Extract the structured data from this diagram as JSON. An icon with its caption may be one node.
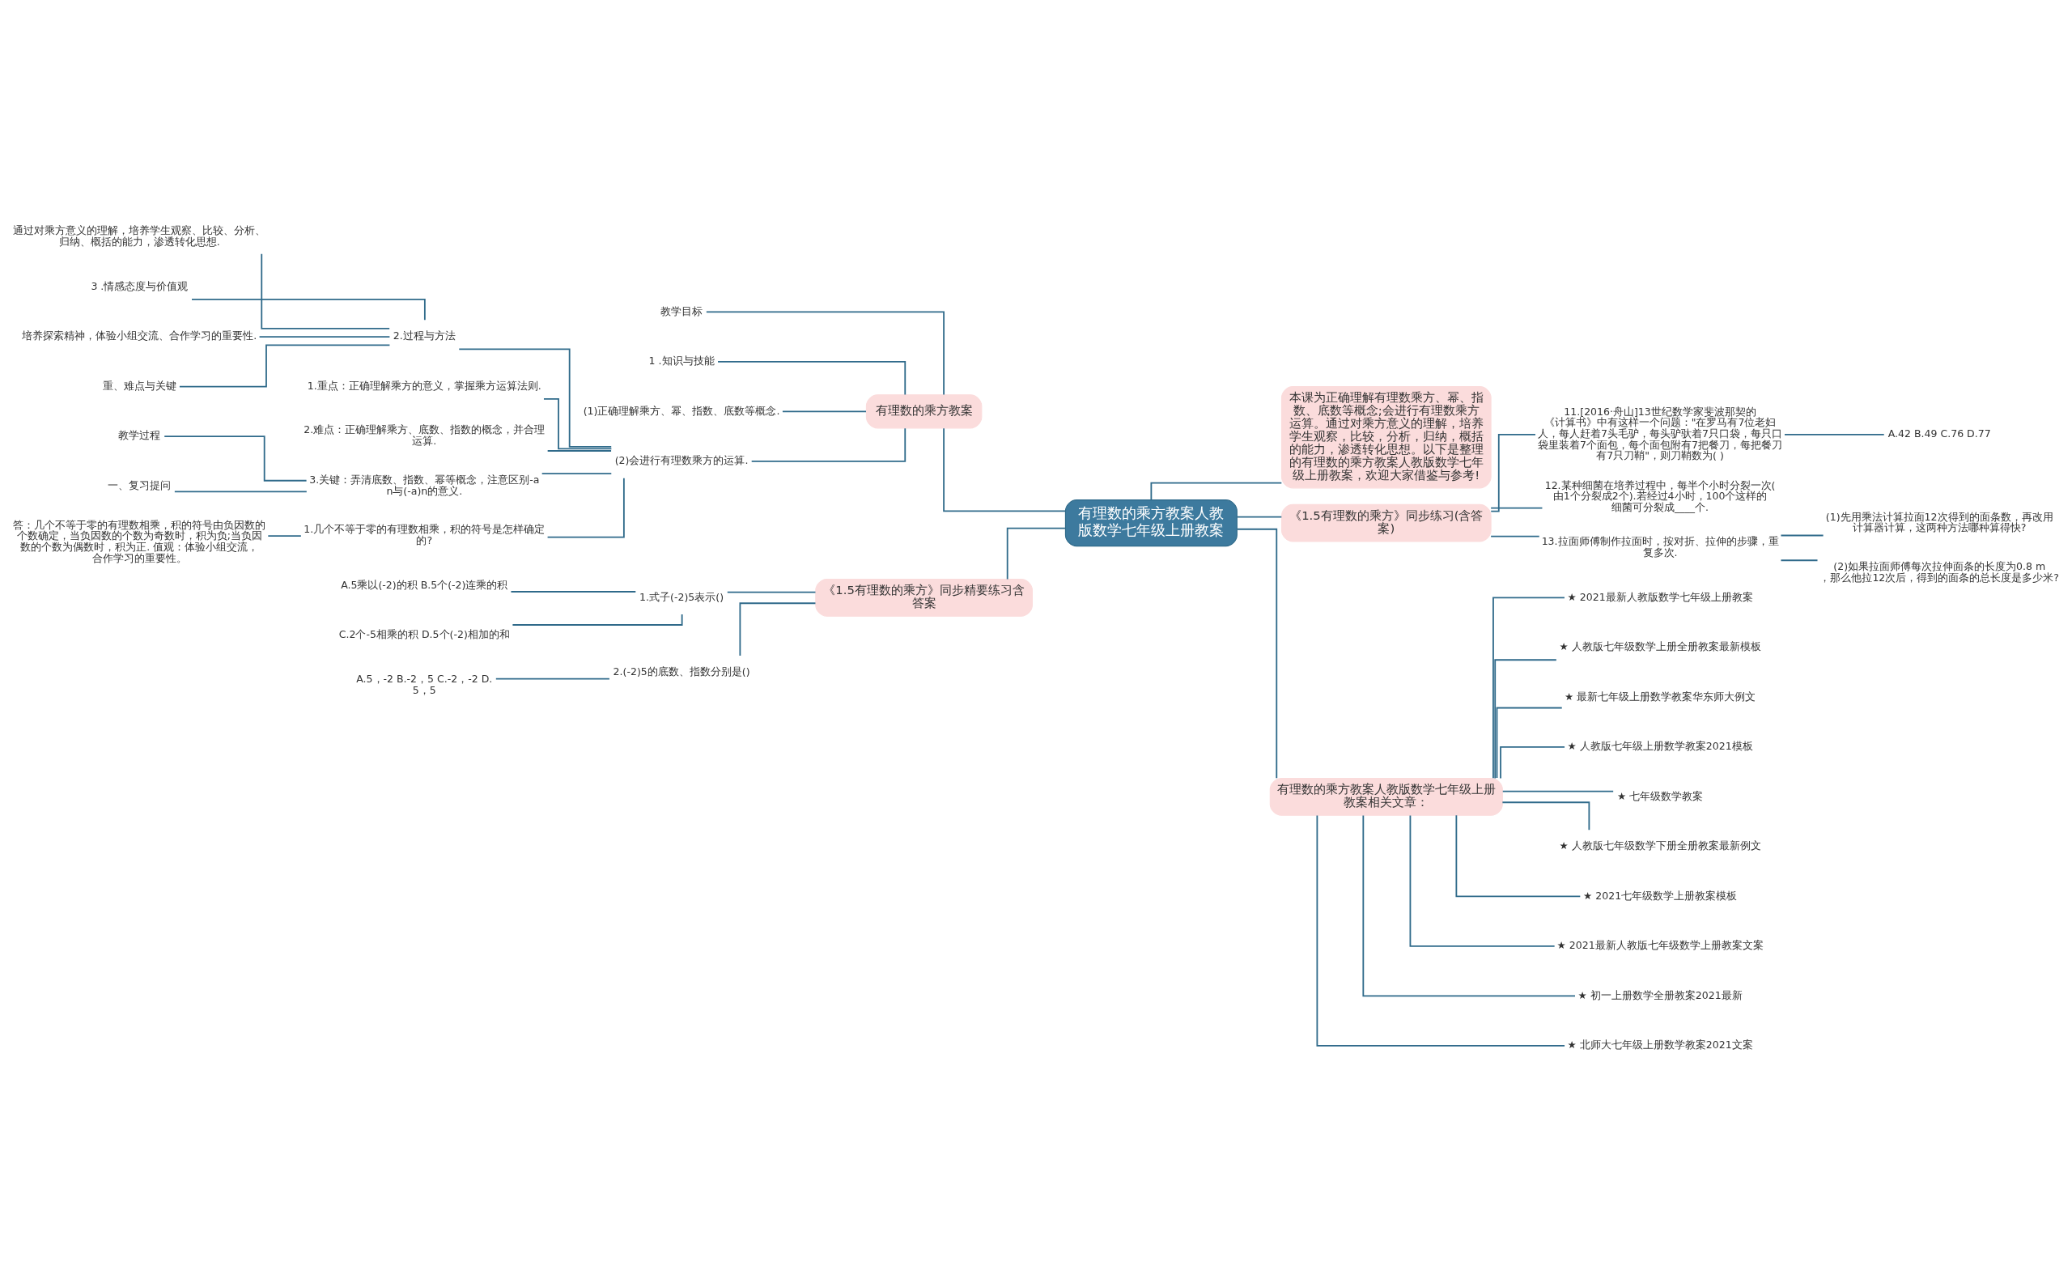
{
  "diagram": {
    "nodes": [
      {
        "text": [
          "有理数的乘方教案人教版数学七年级上册教案"
        ]
      },
      {
        "text": [
          "有理数的乘方教案"
        ]
      },
      {
        "text": [
          "教学目标"
        ]
      },
      {
        "text": [
          "1 .知识与技能"
        ]
      },
      {
        "text": [
          "(1)正确理解乘方、幂、指数、底数等概念."
        ]
      },
      {
        "text": [
          "(2)会进行有理数乘方的运算."
        ]
      },
      {
        "text": [
          "2.过程与方法"
        ]
      },
      {
        "text": [
          "1.重点：正确理解乘方的意义，掌握乘方运算法则."
        ]
      },
      {
        "text": [
          "2.难点：正确理解乘方、底数、指数的概念，并合理运算."
        ]
      },
      {
        "text": [
          "3.关键：弄清底数、指数、幂等概念，注意区别-an与(-a)n的意义."
        ]
      },
      {
        "text": [
          "1.几个不等于零的有理数相乘，积的符号是怎样确定的?"
        ]
      },
      {
        "text": [
          "通过对乘方意义的理解，培养学生观察、比较、分析、归纳、概括的能力，渗透转化思想."
        ]
      },
      {
        "text": [
          "3 .情感态度与价值观"
        ]
      },
      {
        "text": [
          "培养探索精神，体验小组交流、合作学习的重要性."
        ]
      },
      {
        "text": [
          "重、难点与关键"
        ]
      },
      {
        "text": [
          "教学过程"
        ]
      },
      {
        "text": [
          "一、复习提问"
        ]
      },
      {
        "text": [
          "答：几个不等于零的有理数相乘，积的符号由负因数的个数确定，当负因数的个数为奇数时，积为负;当负因数的个数为偶数时，积为正. 值观：体验小组交流，合作学习的重要性。"
        ]
      },
      {
        "text": [
          "《1.5有理数的乘方》同步精要练习含答案"
        ]
      },
      {
        "text": [
          "1.式子(-2)5表示()"
        ]
      },
      {
        "text": [
          "A.5乘以(-2)的积 B.5个(-2)连乘的积"
        ]
      },
      {
        "text": [
          "C.2个-5相乘的积 D.5个(-2)相加的和"
        ]
      },
      {
        "text": [
          "2.(-2)5的底数、指数分别是()"
        ]
      },
      {
        "text": [
          "A.5，-2 B.-2，5 C.-2，-2 D.5，5"
        ]
      },
      {
        "text": [
          "本课为正确理解有理数乘方、幂、指数、底数等概念;会进行有理数乘方运算。通过对乘方意义的理解，培养学生观察，比较，分析，归纳，概括的能力，渗透转化思想。以下是整理的有理数的乘方教案人教版数学七年级上册教案，欢迎大家借鉴与参考!"
        ]
      },
      {
        "text": [
          "《1.5有理数的乘方》同步练习(含答案)"
        ]
      },
      {
        "text": [
          "11.[2016·舟山]13世纪数学家斐波那契的《计算书》中有这样一个问题：\"在罗马有7位老妇人，每人赶着7头毛驴，每头驴驮着7只口袋，每只口袋里装着7个面包，每个面包附有7把餐刀，每把餐刀有7只刀鞘\"，则刀鞘数为( )"
        ]
      },
      {
        "text": [
          "A.42 B.49 C.76 D.77"
        ]
      },
      {
        "text": [
          "12.某种细菌在培养过程中，每半个小时分裂一次(由1个分裂成2个).若经过4小时，100个这样的细菌可分裂成____个."
        ]
      },
      {
        "text": [
          "13.拉面师傅制作拉面时，按对折、拉伸的步骤，重复多次."
        ]
      },
      {
        "text": [
          "(1)先用乘法计算拉面12次得到的面条数，再改用计算器计算，这两种方法哪种算得快?"
        ]
      },
      {
        "text": [
          "(2)如果拉面师傅每次拉伸面条的长度为0.8 m，那么他拉12次后，得到的面条的总长度是多少米?"
        ]
      },
      {
        "text": [
          "有理数的乘方教案人教版数学七年级上册教案相关文章："
        ]
      },
      {
        "text": [
          "★ 2021最新人教版数学七年级上册教案"
        ]
      },
      {
        "text": [
          "★ 人教版七年级数学上册全册教案最新模板"
        ]
      },
      {
        "text": [
          "★ 最新七年级上册数学教案华东师大例文"
        ]
      },
      {
        "text": [
          "★ 人教版七年级上册数学教案2021模板"
        ]
      },
      {
        "text": [
          "★ 七年级数学教案"
        ]
      },
      {
        "text": [
          "★ 人教版七年级数学下册全册教案最新例文"
        ]
      },
      {
        "text": [
          "★ 2021七年级数学上册教案模板"
        ]
      },
      {
        "text": [
          "★ 2021最新人教版七年级数学上册教案文案"
        ]
      },
      {
        "text": [
          "★ 初一上册数学全册教案2021最新"
        ]
      },
      {
        "text": [
          "★ 北师大七年级上册数学教案2021文案"
        ]
      }
    ],
    "edges": [
      {
        "from": 0,
        "to": 1,
        "arrow": "none"
      },
      {
        "from": 1,
        "to": 2,
        "arrow": "none"
      },
      {
        "from": 1,
        "to": 3,
        "arrow": "none"
      },
      {
        "from": 1,
        "to": 4,
        "arrow": "none"
      },
      {
        "from": 1,
        "to": 5,
        "arrow": "none"
      },
      {
        "from": 5,
        "to": 6,
        "arrow": "none"
      },
      {
        "from": 6,
        "to": 11,
        "arrow": "none"
      },
      {
        "from": 6,
        "to": 12,
        "arrow": "none"
      },
      {
        "from": 6,
        "to": 13,
        "arrow": "none"
      },
      {
        "from": 6,
        "to": 14,
        "arrow": "none"
      },
      {
        "from": 5,
        "to": 7,
        "arrow": "none"
      },
      {
        "from": 5,
        "to": 8,
        "arrow": "none"
      },
      {
        "from": 5,
        "to": 9,
        "arrow": "none"
      },
      {
        "from": 9,
        "to": 15,
        "arrow": "none"
      },
      {
        "from": 9,
        "to": 16,
        "arrow": "none"
      },
      {
        "from": 5,
        "to": 10,
        "arrow": "none"
      },
      {
        "from": 10,
        "to": 17,
        "arrow": "none"
      },
      {
        "from": 0,
        "to": 18,
        "arrow": "none"
      },
      {
        "from": 18,
        "to": 19,
        "arrow": "none"
      },
      {
        "from": 19,
        "to": 20,
        "arrow": "none"
      },
      {
        "from": 19,
        "to": 21,
        "arrow": "none"
      },
      {
        "from": 18,
        "to": 22,
        "arrow": "none"
      },
      {
        "from": 22,
        "to": 23,
        "arrow": "none"
      },
      {
        "from": 0,
        "to": 24,
        "arrow": "none"
      },
      {
        "from": 0,
        "to": 25,
        "arrow": "none"
      },
      {
        "from": 25,
        "to": 26,
        "arrow": "none"
      },
      {
        "from": 26,
        "to": 27,
        "arrow": "none"
      },
      {
        "from": 25,
        "to": 28,
        "arrow": "none"
      },
      {
        "from": 25,
        "to": 29,
        "arrow": "none"
      },
      {
        "from": 29,
        "to": 30,
        "arrow": "none"
      },
      {
        "from": 29,
        "to": 31,
        "arrow": "none"
      },
      {
        "from": 0,
        "to": 32,
        "arrow": "none"
      },
      {
        "from": 32,
        "to": 33,
        "arrow": "none"
      },
      {
        "from": 32,
        "to": 34,
        "arrow": "none"
      },
      {
        "from": 32,
        "to": 35,
        "arrow": "none"
      },
      {
        "from": 32,
        "to": 36,
        "arrow": "none"
      },
      {
        "from": 32,
        "to": 37,
        "arrow": "none"
      },
      {
        "from": 32,
        "to": 38,
        "arrow": "none"
      },
      {
        "from": 32,
        "to": 39,
        "arrow": "none"
      },
      {
        "from": 32,
        "to": 40,
        "arrow": "none"
      },
      {
        "from": 32,
        "to": 41,
        "arrow": "none"
      },
      {
        "from": 32,
        "to": 42,
        "arrow": "none"
      }
    ]
  }
}
